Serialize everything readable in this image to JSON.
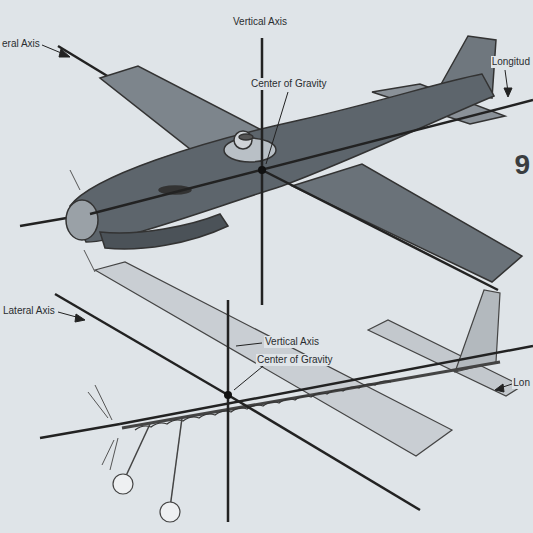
{
  "diagram": {
    "labels": [
      "eral Axis",
      "Vertical Axis",
      "Center of Gravity",
      "Longitud",
      "9",
      "Lateral Axis",
      "Vertical Axis",
      "Center of Gravity",
      "Lon"
    ]
  }
}
